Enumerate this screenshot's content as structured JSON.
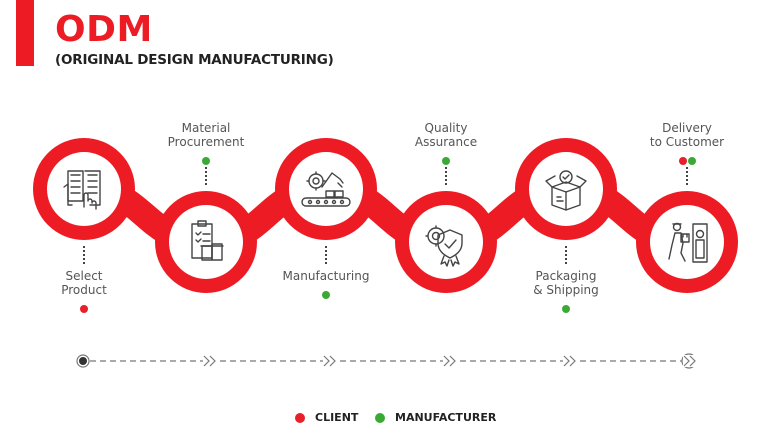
{
  "header": {
    "title": "ODM",
    "subtitle": "(ORIGINAL DESIGN MANUFACTURING)"
  },
  "colors": {
    "accent": "#ED1C24",
    "client": "#E8202A",
    "manufacturer": "#3AAA35",
    "text": "#555555",
    "icon": "#444444"
  },
  "steps": [
    {
      "label_line1": "Select",
      "label_line2": "Product",
      "icon": "catalog-selection-icon",
      "owners": [
        "client"
      ],
      "position": "top",
      "label_side": "below"
    },
    {
      "label_line1": "Material",
      "label_line2": "Procurement",
      "icon": "clipboard-materials-icon",
      "owners": [
        "manufacturer"
      ],
      "position": "bottom",
      "label_side": "above"
    },
    {
      "label_line1": "Manufacturing",
      "label_line2": "",
      "icon": "robotic-assembly-line-icon",
      "owners": [
        "manufacturer"
      ],
      "position": "top",
      "label_side": "below"
    },
    {
      "label_line1": "Quality",
      "label_line2": "Assurance",
      "icon": "quality-badge-gear-icon",
      "owners": [
        "manufacturer"
      ],
      "position": "bottom",
      "label_side": "above"
    },
    {
      "label_line1": "Packaging",
      "label_line2": "& Shipping",
      "icon": "package-check-icon",
      "owners": [
        "manufacturer"
      ],
      "position": "top",
      "label_side": "below"
    },
    {
      "label_line1": "Delivery",
      "label_line2": "to Customer",
      "icon": "courier-delivery-icon",
      "owners": [
        "client",
        "manufacturer"
      ],
      "position": "bottom",
      "label_side": "above"
    }
  ],
  "timeline": {
    "start": "filled-circle",
    "end": "hollow-circle",
    "arrow_count": 5
  },
  "legend": [
    {
      "label": "CLIENT",
      "key": "client"
    },
    {
      "label": "MANUFACTURER",
      "key": "manufacturer"
    }
  ]
}
